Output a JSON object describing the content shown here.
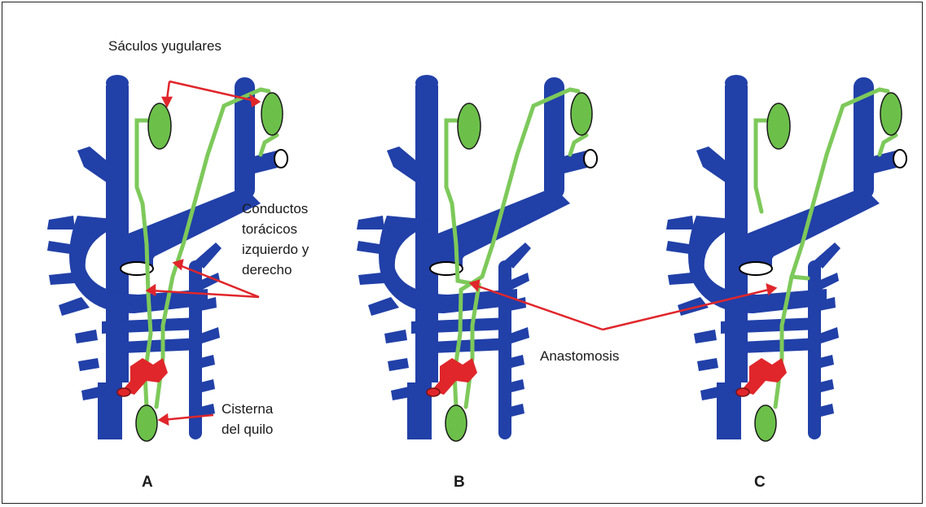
{
  "labels": {
    "jugular_sacs": "Sáculos yugulares",
    "thoracic_ducts": [
      "Conductos",
      "torácicos",
      "izquierdo y",
      "derecho"
    ],
    "anastomosis": "Anastomosis",
    "cisterna": [
      "Cisterna",
      "del quilo"
    ]
  },
  "panels": [
    {
      "id": "a",
      "letter": "A"
    },
    {
      "id": "b",
      "letter": "B"
    },
    {
      "id": "c",
      "letter": "C"
    }
  ],
  "colors": {
    "vein": "#2140a8",
    "lymph": "#7dc95a",
    "sac": "#6cc04a",
    "cisterna_vessel": "#e0262b",
    "arrow": "#e0262b",
    "text": "#1a1a1a"
  }
}
